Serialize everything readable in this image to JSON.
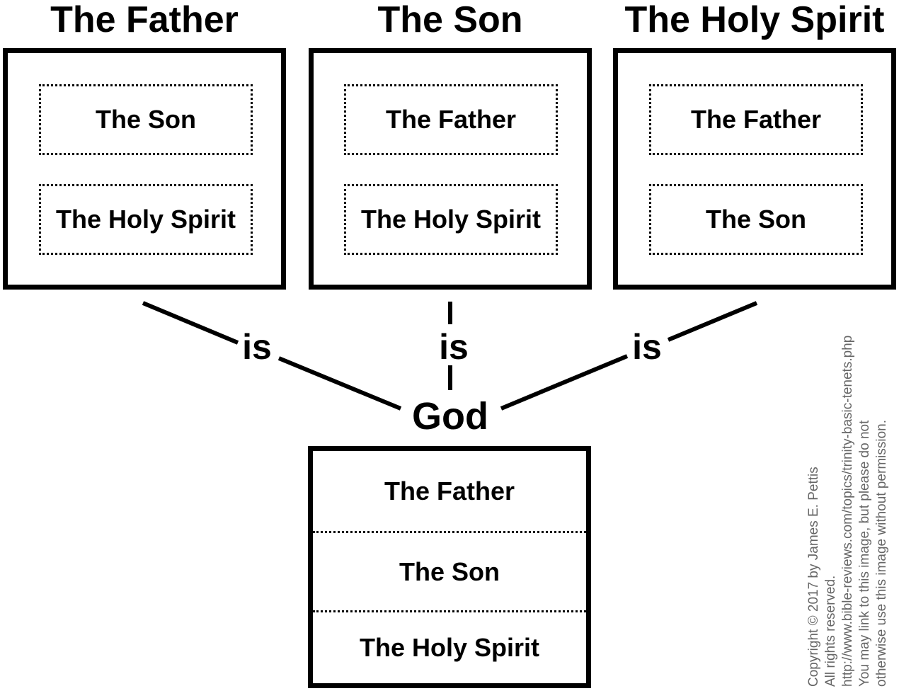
{
  "persons": [
    {
      "title": "The Father",
      "inner": [
        "The Son",
        "The Holy Spirit"
      ]
    },
    {
      "title": "The Son",
      "inner": [
        "The Father",
        "The Holy Spirit"
      ]
    },
    {
      "title": "The Holy Spirit",
      "inner": [
        "The Father",
        "The Son"
      ]
    }
  ],
  "connector_label": "is",
  "god": {
    "label": "God",
    "members": [
      "The Father",
      "The Son",
      "The Holy Spirit"
    ]
  },
  "copyright": [
    "Copyright © 2017 by James E. Pettis",
    "All rights reserved.",
    "http://www.bible-reviews.com/topics/trinity-basic-tenets.php",
    "You may link to this image, but please do not",
    "otherwise use this image without permission."
  ],
  "colors": {
    "ink": "#000000",
    "background": "#ffffff",
    "copyright_text": "#666666"
  }
}
